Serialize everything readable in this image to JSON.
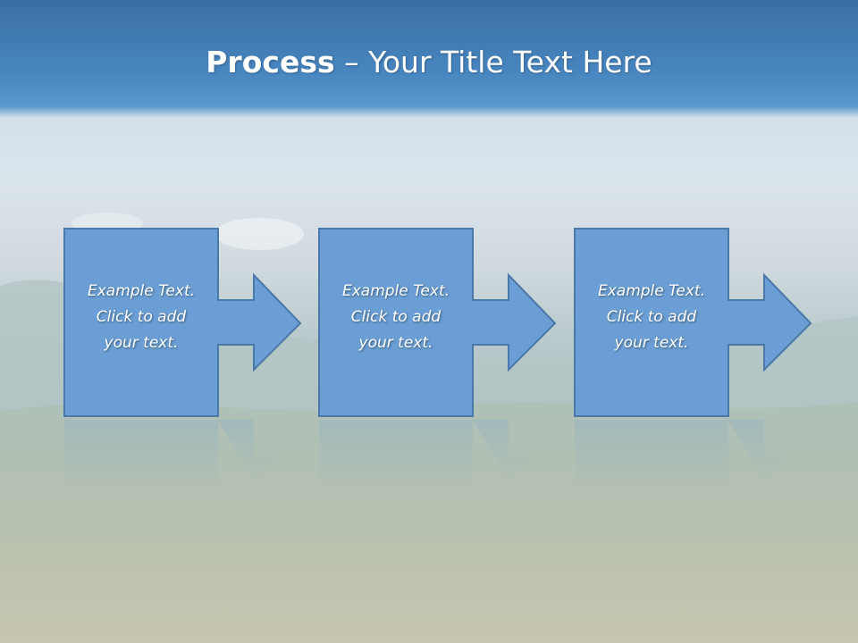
{
  "title": {
    "bold": "Process",
    "rest": " – Your Title Text Here"
  },
  "steps": [
    {
      "line1": "Example Text.",
      "line2": "Click  to add",
      "line3": "your text."
    },
    {
      "line1": "Example Text.",
      "line2": "Click  to add",
      "line3": "your text."
    },
    {
      "line1": "Example Text.",
      "line2": "Click  to add",
      "line3": "your text."
    }
  ],
  "colors": {
    "title_band": "#4886c0",
    "shape_fill": "#6a9ed4",
    "shape_border": "#4a78a8"
  }
}
